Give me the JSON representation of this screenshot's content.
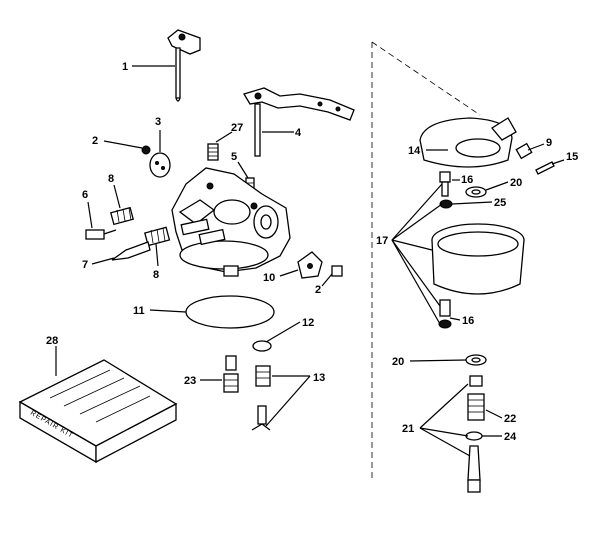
{
  "diagram": {
    "labels": [
      {
        "id": "1",
        "text": "1"
      },
      {
        "id": "2a",
        "text": "2"
      },
      {
        "id": "3",
        "text": "3"
      },
      {
        "id": "27",
        "text": "27"
      },
      {
        "id": "4",
        "text": "4"
      },
      {
        "id": "5",
        "text": "5"
      },
      {
        "id": "6",
        "text": "6"
      },
      {
        "id": "8a",
        "text": "8"
      },
      {
        "id": "7",
        "text": "7"
      },
      {
        "id": "8b",
        "text": "8"
      },
      {
        "id": "10",
        "text": "10"
      },
      {
        "id": "2b",
        "text": "2"
      },
      {
        "id": "11",
        "text": "11"
      },
      {
        "id": "12",
        "text": "12"
      },
      {
        "id": "28",
        "text": "28"
      },
      {
        "id": "23",
        "text": "23"
      },
      {
        "id": "13",
        "text": "13"
      },
      {
        "id": "14",
        "text": "14"
      },
      {
        "id": "9",
        "text": "9"
      },
      {
        "id": "15",
        "text": "15"
      },
      {
        "id": "16a",
        "text": "16"
      },
      {
        "id": "20a",
        "text": "20"
      },
      {
        "id": "25",
        "text": "25"
      },
      {
        "id": "17",
        "text": "17"
      },
      {
        "id": "16b",
        "text": "16"
      },
      {
        "id": "20b",
        "text": "20"
      },
      {
        "id": "22",
        "text": "22"
      },
      {
        "id": "21",
        "text": "21"
      },
      {
        "id": "24",
        "text": "24"
      }
    ],
    "kit_text": "REPAIR KIT"
  }
}
